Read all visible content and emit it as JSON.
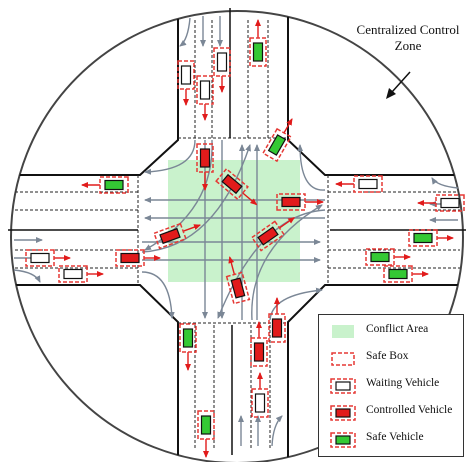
{
  "zone_label": "Centralized Control Zone",
  "colors": {
    "conflict_area": "#c9f2cc",
    "safe_box": "#e53935",
    "controlled_vehicle": "#e11b1b",
    "safe_vehicle": "#34c934",
    "waiting_vehicle": "#ffffff",
    "road_line": "#111111",
    "path_line": "#7b8796"
  },
  "legend": [
    {
      "label": "Conflict Area",
      "symbol": "conflict-area"
    },
    {
      "label": "Safe Box",
      "symbol": "safe-box"
    },
    {
      "label": "Waiting Vehicle",
      "symbol": "waiting-vehicle"
    },
    {
      "label": "Controlled Vehicle",
      "symbol": "controlled-vehicle"
    },
    {
      "label": "Safe Vehicle",
      "symbol": "safe-vehicle"
    }
  ]
}
